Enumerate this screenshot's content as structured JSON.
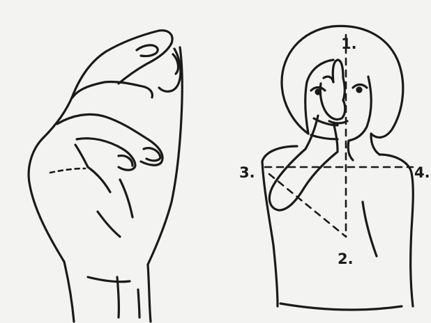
{
  "cropped_top_text": "",
  "labels": {
    "p1": "1.",
    "p2": "2.",
    "p3": "3.",
    "p4": "4."
  },
  "colors": {
    "background": "#f3f3f1",
    "ink": "#1a1a1a"
  }
}
